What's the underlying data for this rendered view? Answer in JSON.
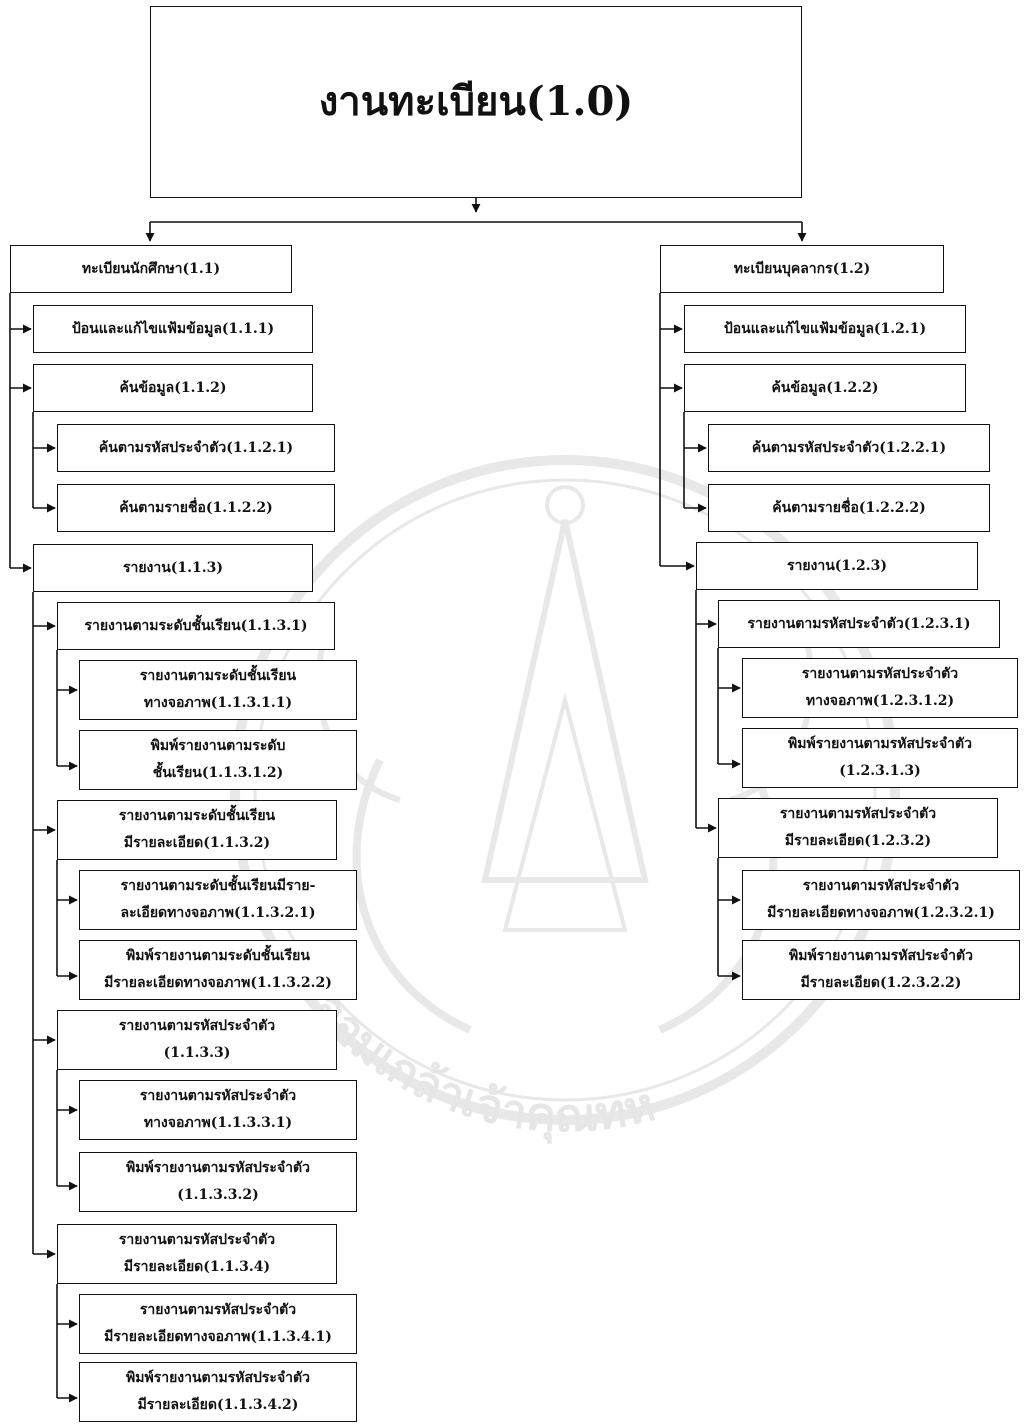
{
  "watermark": {
    "text": "จอมเกล้าเจ้าคุณทห",
    "color": "#6f6f6f"
  },
  "diagram": {
    "root": {
      "lines": [
        "งานทะเบียน(1.0)"
      ]
    },
    "student": {
      "title": {
        "lines": [
          "ทะเบียนนักศึกษา(1.1)"
        ]
      },
      "edit": {
        "lines": [
          "ป้อนและแก้ไขแฟ้มข้อมูล(1.1.1)"
        ]
      },
      "search": {
        "lines": [
          "ค้นข้อมูล(1.1.2)"
        ]
      },
      "search_id": {
        "lines": [
          "ค้นตามรหัสประจำตัว(1.1.2.1)"
        ]
      },
      "search_name": {
        "lines": [
          "ค้นตามรายชื่อ(1.1.2.2)"
        ]
      },
      "report": {
        "lines": [
          "รายงาน(1.1.3)"
        ]
      },
      "r1": {
        "lines": [
          "รายงานตามระดับชั้นเรียน(1.1.3.1)"
        ]
      },
      "r1_1": {
        "lines": [
          "รายงานตามระดับชั้นเรียน",
          "ทางจอภาพ(1.1.3.1.1)"
        ]
      },
      "r1_2": {
        "lines": [
          "พิมพ์รายงานตามระดับ",
          "ชั้นเรียน(1.1.3.1.2)"
        ]
      },
      "r2": {
        "lines": [
          "รายงานตามระดับชั้นเรียน",
          "มีรายละเอียด(1.1.3.2)"
        ]
      },
      "r2_1": {
        "lines": [
          "รายงานตามระดับชั้นเรียนมีราย-",
          "ละเอียดทางจอภาพ(1.1.3.2.1)"
        ]
      },
      "r2_2": {
        "lines": [
          "พิมพ์รายงานตามระดับชั้นเรียน",
          "มีรายละเอียดทางจอภาพ(1.1.3.2.2)"
        ]
      },
      "r3": {
        "lines": [
          "รายงานตามรหัสประจำตัว",
          "(1.1.3.3)"
        ]
      },
      "r3_1": {
        "lines": [
          "รายงานตามรหัสประจำตัว",
          "ทางจอภาพ(1.1.3.3.1)"
        ]
      },
      "r3_2": {
        "lines": [
          "พิมพ์รายงานตามรหัสประจำตัว",
          "(1.1.3.3.2)"
        ]
      },
      "r4": {
        "lines": [
          "รายงานตามรหัสประจำตัว",
          "มีรายละเอียด(1.1.3.4)"
        ]
      },
      "r4_1": {
        "lines": [
          "รายงานตามรหัสประจำตัว",
          "มีรายละเอียดทางจอภาพ(1.1.3.4.1)"
        ]
      },
      "r4_2": {
        "lines": [
          "พิมพ์รายงานตามรหัสประจำตัว",
          "มีรายละเอียด(1.1.3.4.2)"
        ]
      }
    },
    "staff": {
      "title": {
        "lines": [
          "ทะเบียนบุคลากร(1.2)"
        ]
      },
      "edit": {
        "lines": [
          "ป้อนและแก้ไขแฟ้มข้อมูล(1.2.1)"
        ]
      },
      "search": {
        "lines": [
          "ค้นข้อมูล(1.2.2)"
        ]
      },
      "search_id": {
        "lines": [
          "ค้นตามรหัสประจำตัว(1.2.2.1)"
        ]
      },
      "search_name": {
        "lines": [
          "ค้นตามรายชื่อ(1.2.2.2)"
        ]
      },
      "report": {
        "lines": [
          "รายงาน(1.2.3)"
        ]
      },
      "r1": {
        "lines": [
          "รายงานตามรหัสประจำตัว(1.2.3.1)"
        ]
      },
      "r1_1": {
        "lines": [
          "รายงานตามรหัสประจำตัว",
          "ทางจอภาพ(1.2.3.1.2)"
        ]
      },
      "r1_2": {
        "lines": [
          "พิมพ์รายงานตามรหัสประจำตัว",
          "(1.2.3.1.3)"
        ]
      },
      "r2": {
        "lines": [
          "รายงานตามรหัสประจำตัว",
          "มีรายละเอียด(1.2.3.2)"
        ]
      },
      "r2_1": {
        "lines": [
          "รายงานตามรหัสประจำตัว",
          "มีรายละเอียดทางจอภาพ(1.2.3.2.1)"
        ]
      },
      "r2_2": {
        "lines": [
          "พิมพ์รายงานตามรหัสประจำตัว",
          "มีรายละเอียด(1.2.3.2.2)"
        ]
      }
    }
  }
}
